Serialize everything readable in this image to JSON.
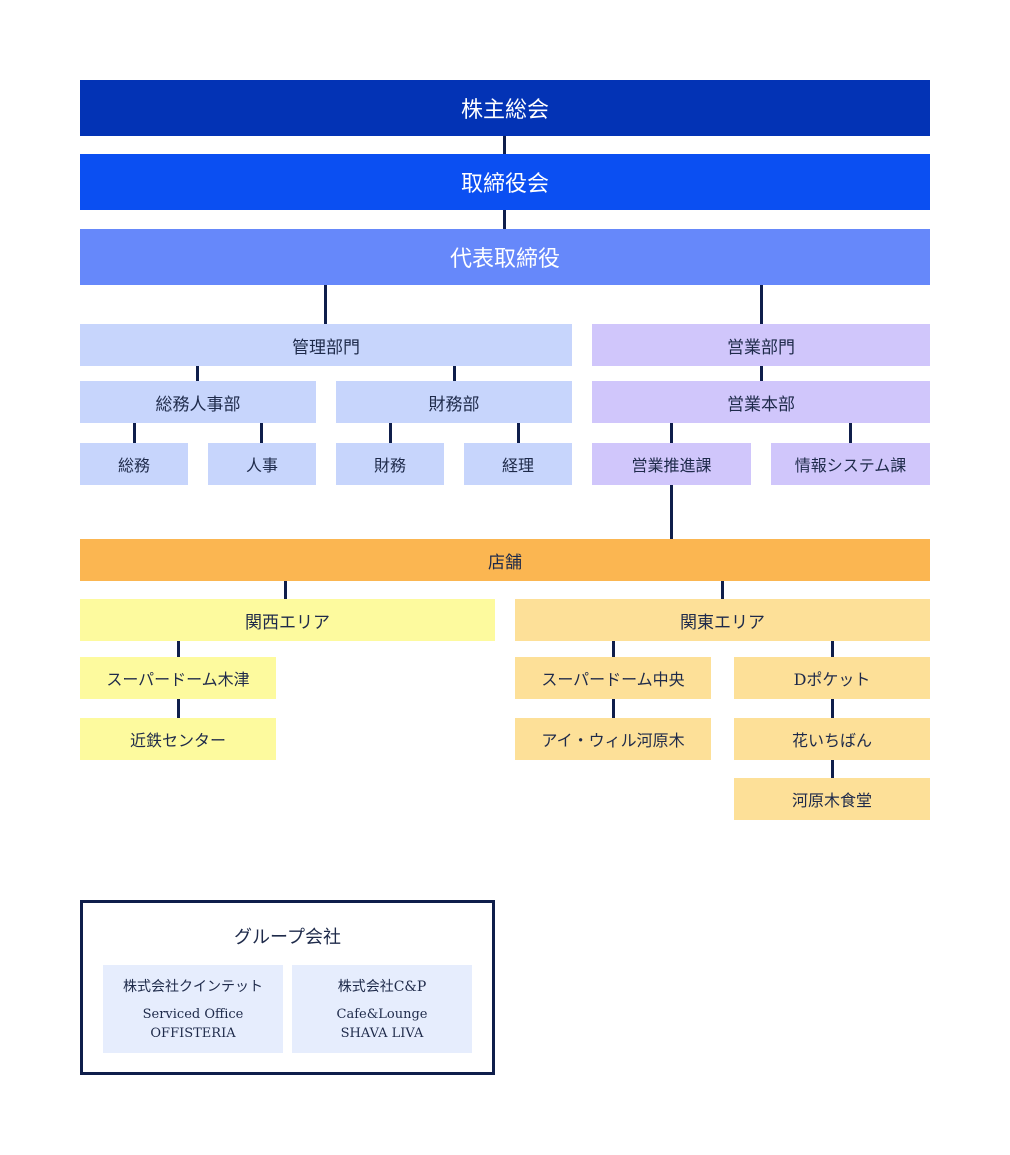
{
  "top": {
    "shareholders": "株主総会",
    "board": "取締役会",
    "ceo": "代表取締役"
  },
  "management": {
    "division": "管理部門",
    "general_affairs_hr": "総務人事部",
    "general_affairs": "総務",
    "hr": "人事",
    "finance_dept": "財務部",
    "finance": "財務",
    "accounting": "経理"
  },
  "sales": {
    "division": "営業部門",
    "headquarters": "営業本部",
    "promotion": "営業推進課",
    "info_systems": "情報システム課"
  },
  "stores": {
    "label": "店舗",
    "kansai": {
      "label": "関西エリア",
      "items": [
        "スーパードーム木津",
        "近鉄センター"
      ]
    },
    "kanto": {
      "label": "関東エリア",
      "items": [
        "スーパードーム中央",
        "アイ・ウィル河原木",
        "Dポケット",
        "花いちばん",
        "河原木食堂"
      ]
    }
  },
  "group": {
    "title": "グループ会社",
    "companies": [
      {
        "name": "株式会社クインテット",
        "business": [
          "Serviced Office",
          "OFFISTERIA"
        ]
      },
      {
        "name": "株式会社C&P",
        "business": [
          "Cafe&Lounge",
          "SHAVA LIVA"
        ]
      }
    ]
  },
  "colors": {
    "shareholders": "#0333b5",
    "board": "#0b4ff2",
    "ceo": "#6688fa",
    "management": "#c7d5fc",
    "sales": "#d0c6fb",
    "store": "#fbb651",
    "kansai": "#fdfa9e",
    "kanto": "#fde098",
    "connector": "#0f1e4b"
  }
}
